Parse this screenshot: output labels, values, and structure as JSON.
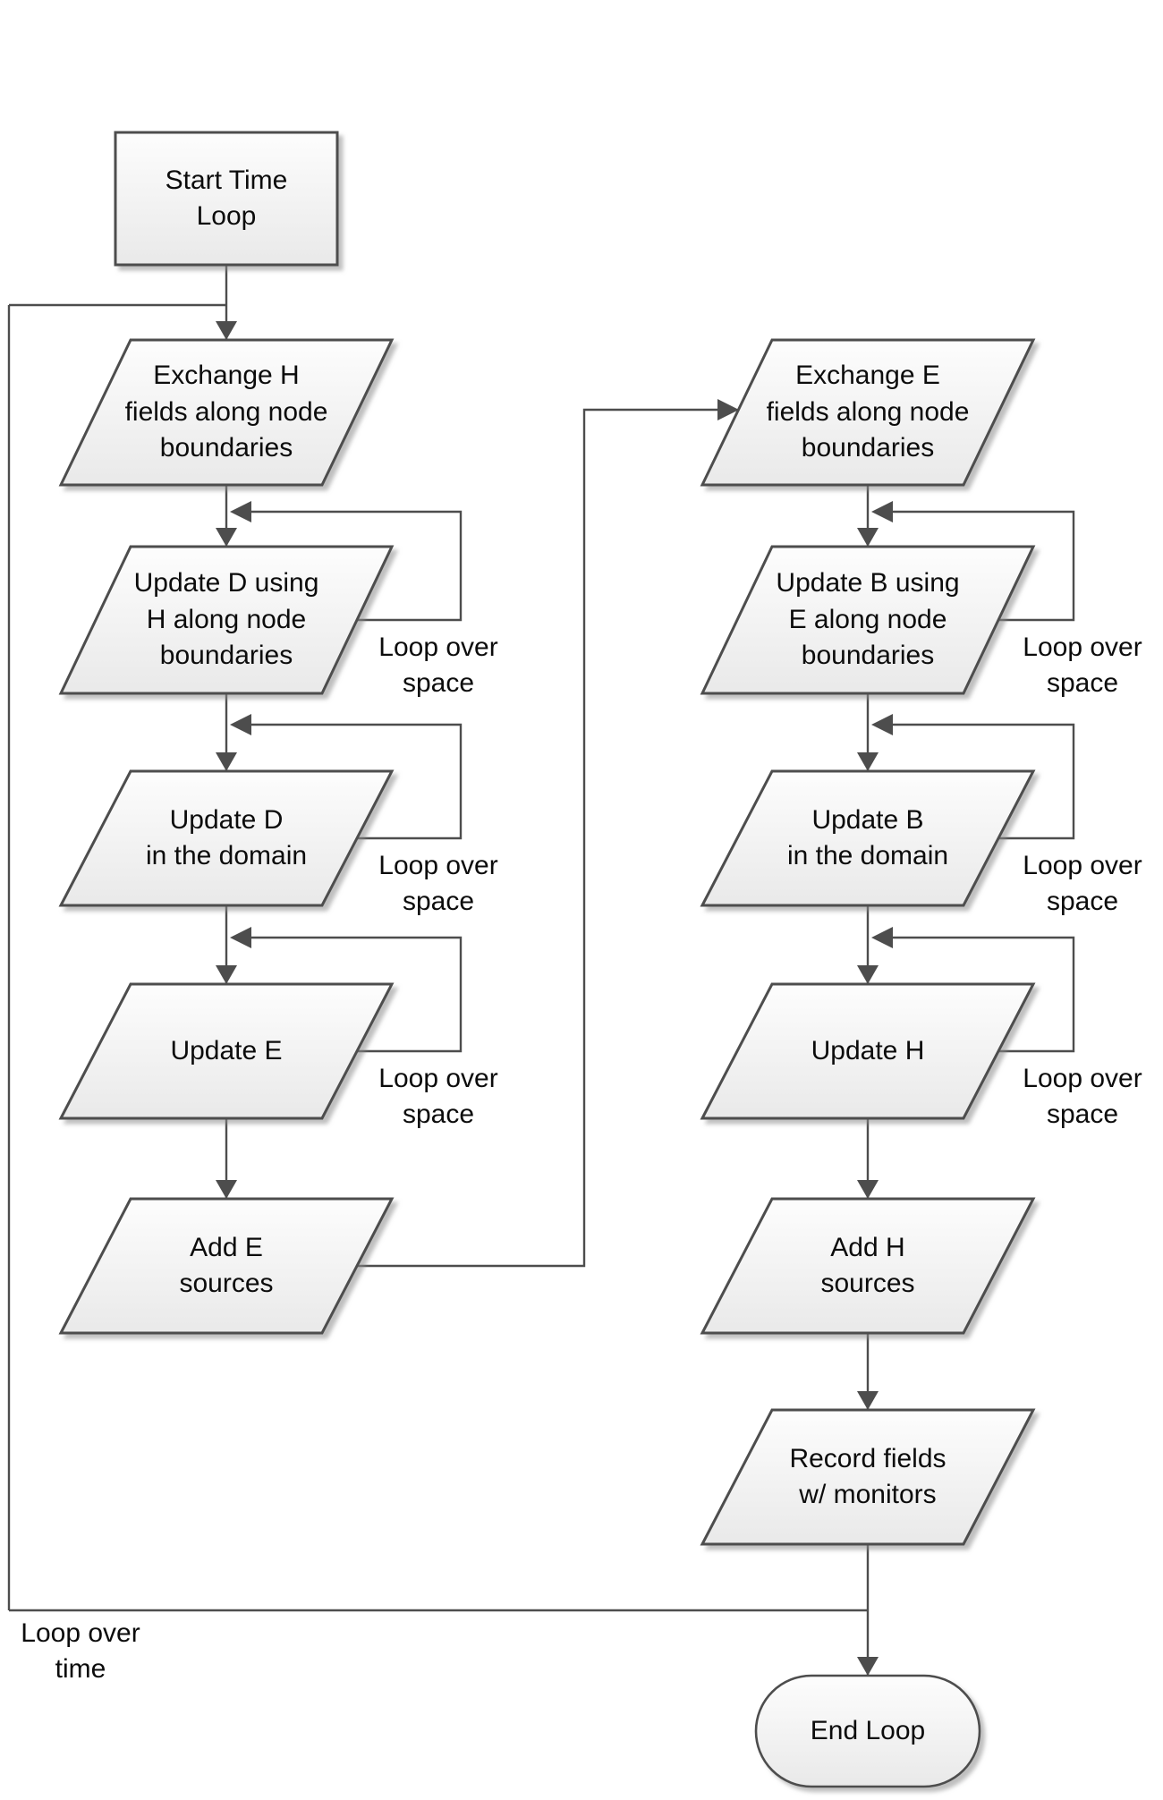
{
  "nodes": {
    "start": {
      "label": "Start Time\nLoop"
    },
    "exchange_h": {
      "label": "Exchange H\nfields along node\nboundaries"
    },
    "update_d_using_h": {
      "label": "Update D using\nH along node\nboundaries"
    },
    "update_d_domain": {
      "label": "Update D\nin the domain"
    },
    "update_e": {
      "label": "Update E"
    },
    "add_e_sources": {
      "label": "Add E\nsources"
    },
    "exchange_e": {
      "label": "Exchange E\nfields along node\nboundaries"
    },
    "update_b_using_e": {
      "label": "Update B using\nE along node\nboundaries"
    },
    "update_b_domain": {
      "label": "Update B\nin the domain"
    },
    "update_h": {
      "label": "Update H"
    },
    "add_h_sources": {
      "label": "Add H\nsources"
    },
    "record_fields": {
      "label": "Record fields\nw/ monitors"
    },
    "end": {
      "label": "End Loop"
    }
  },
  "edge_labels": {
    "loop_space": "Loop over\nspace",
    "loop_time": "Loop over\ntime"
  },
  "colors": {
    "line": "#4d4d4d",
    "shape_border": "#4d4d4d",
    "shape_fill_top": "#fdfdfd",
    "shape_fill_bottom": "#e9e9e9",
    "text": "#0c0c0c",
    "background": "#ffffff"
  }
}
